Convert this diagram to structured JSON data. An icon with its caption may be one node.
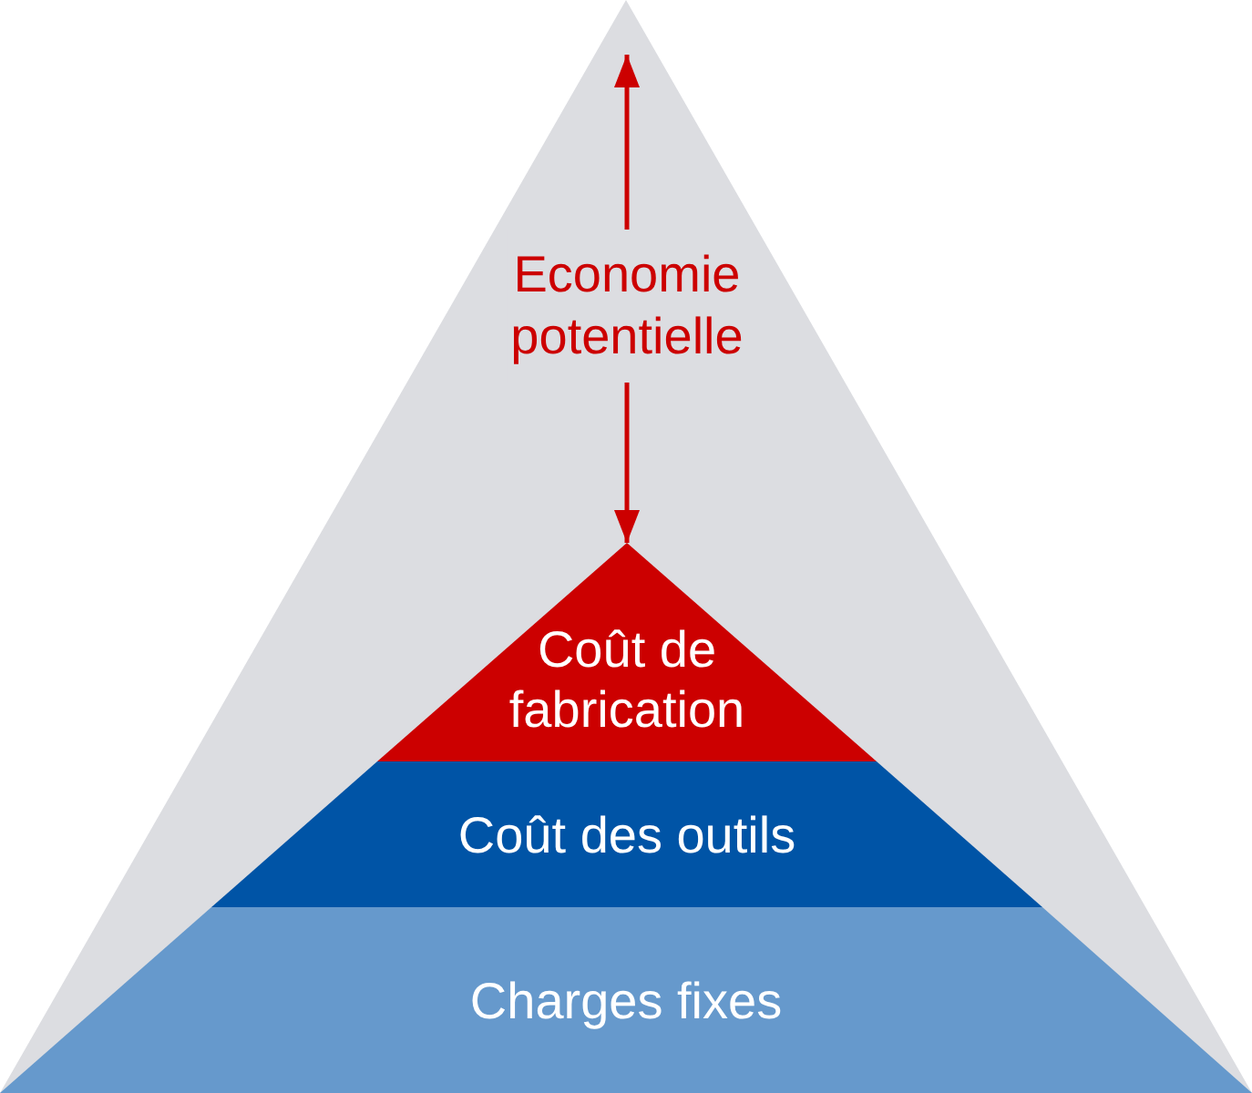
{
  "diagram": {
    "nodes": [
      {
        "text": [],
        "shape": "triangle"
      },
      {
        "text": [
          "Coût de fabrication"
        ],
        "in": 0
      },
      {
        "text": [
          "Coût des outils"
        ],
        "in": 0
      },
      {
        "text": [
          "Charges fixes"
        ],
        "in": 0
      }
    ],
    "edges": [
      {
        "from": null,
        "to": 1,
        "arrow": "both",
        "label": "Economie potentielle"
      }
    ]
  }
}
